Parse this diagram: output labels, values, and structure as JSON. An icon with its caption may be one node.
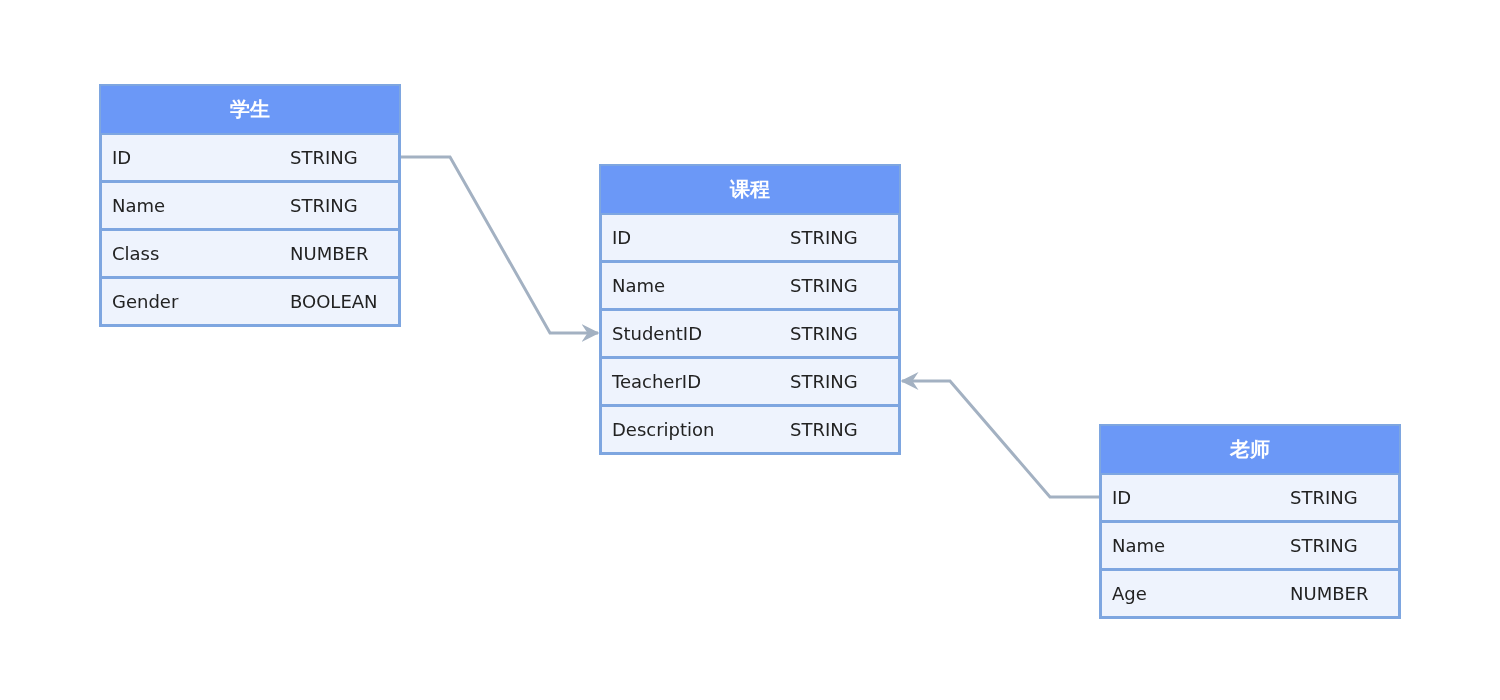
{
  "diagram": {
    "nodes": [
      {
        "text": [
          "学生"
        ]
      },
      {
        "text": [
          "ID",
          "STRING"
        ],
        "in": 0
      },
      {
        "text": [
          "Name",
          "STRING"
        ],
        "in": 0
      },
      {
        "text": [
          "Class",
          "NUMBER"
        ],
        "in": 0
      },
      {
        "text": [
          "Gender",
          "BOOLEAN"
        ],
        "in": 0
      },
      {
        "text": [
          "课程"
        ]
      },
      {
        "text": [
          "ID",
          "STRING"
        ],
        "in": 5
      },
      {
        "text": [
          "Name",
          "STRING"
        ],
        "in": 5
      },
      {
        "text": [
          "StudentID",
          "STRING"
        ],
        "in": 5
      },
      {
        "text": [
          "TeacherID",
          "STRING"
        ],
        "in": 5
      },
      {
        "text": [
          "Description",
          "STRING"
        ],
        "in": 5
      },
      {
        "text": [
          "老师"
        ]
      },
      {
        "text": [
          "ID",
          "STRING"
        ],
        "in": 11
      },
      {
        "text": [
          "Name",
          "STRING"
        ],
        "in": 11
      },
      {
        "text": [
          "Age",
          "NUMBER"
        ],
        "in": 11
      }
    ],
    "edges": [
      {
        "from": 1,
        "to": 8,
        "arrow": "to"
      },
      {
        "from": 12,
        "to": 9,
        "arrow": "to"
      }
    ]
  }
}
